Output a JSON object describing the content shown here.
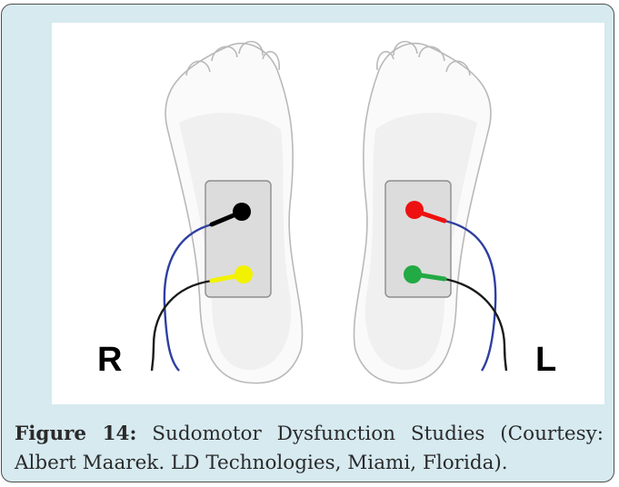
{
  "figure": {
    "label": "Figure 14:",
    "caption_text": " Sudomotor Dysfunction Studies (Courtesy: Albert Maarek. LD Technologies, Miami, Florida).",
    "side_labels": {
      "right_foot": "R",
      "left_foot": "L"
    },
    "electrode_colors": {
      "right_upper": "#000000",
      "right_lower": "#f2f200",
      "left_upper": "#ee1111",
      "left_lower": "#22aa44"
    },
    "wire_colors": {
      "blue": "#2e3fa0",
      "black": "#1a1a1a"
    }
  }
}
